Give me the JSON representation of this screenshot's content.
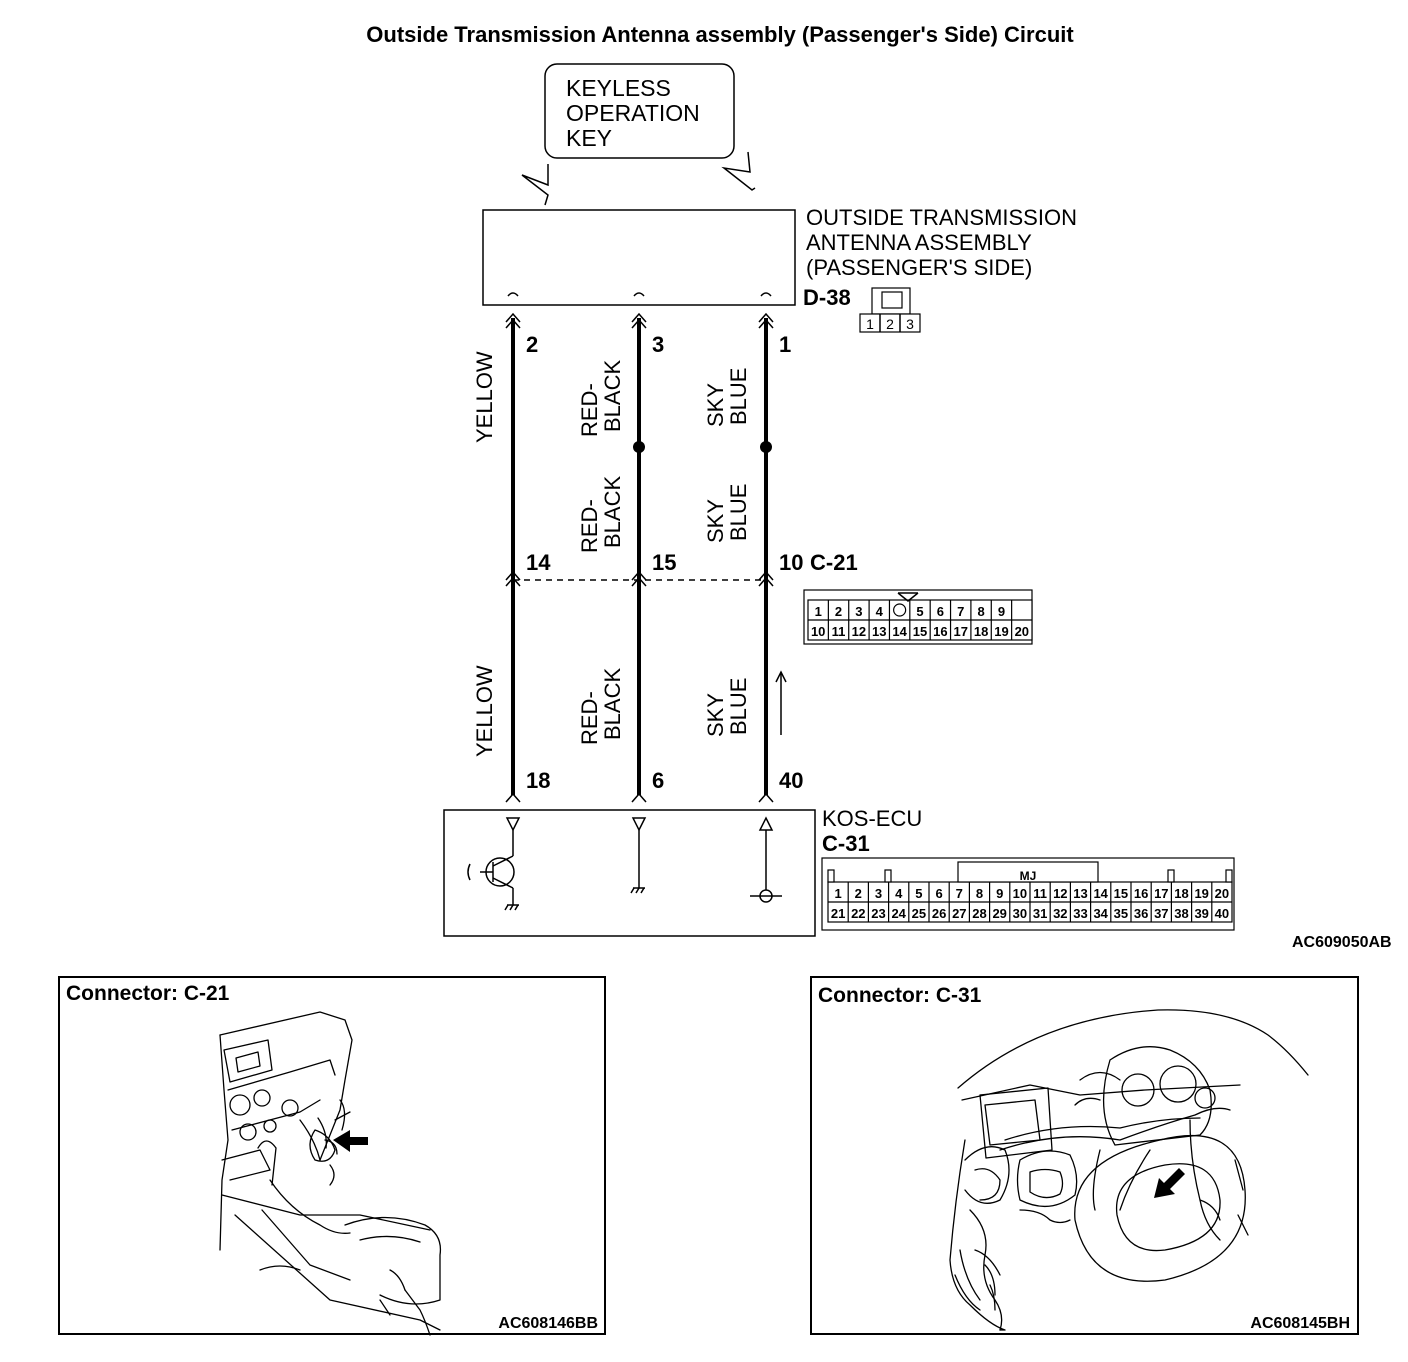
{
  "title": "Outside Transmission Antenna assembly (Passenger's Side) Circuit",
  "key_box": {
    "lines": [
      "KEYLESS",
      "OPERATION",
      "KEY"
    ]
  },
  "antenna": {
    "lines": [
      "OUTSIDE TRANSMISSION",
      "ANTENNA ASSEMBLY",
      "(PASSENGER'S SIDE)"
    ],
    "connector": "D-38",
    "pins": [
      "1",
      "2",
      "3"
    ]
  },
  "wires": [
    {
      "top_pin": "2",
      "mid_pin": "14",
      "bottom_pin": "18",
      "upper_color": [
        "YELLOW"
      ],
      "lower_color": [
        "YELLOW"
      ]
    },
    {
      "top_pin": "3",
      "mid_pin": "15",
      "bottom_pin": "6",
      "upper_color": [
        "RED-",
        "BLACK"
      ],
      "middle_color": [
        "RED-",
        "BLACK"
      ],
      "lower_color": [
        "RED-",
        "BLACK"
      ]
    },
    {
      "top_pin": "1",
      "mid_pin": "10",
      "bottom_pin": "40",
      "upper_color": [
        "SKY",
        "BLUE"
      ],
      "middle_color": [
        "SKY",
        "BLUE"
      ],
      "lower_color": [
        "SKY",
        "BLUE"
      ]
    }
  ],
  "c21": {
    "label": "C-21",
    "row1": [
      "1",
      "2",
      "3",
      "4",
      "",
      "5",
      "6",
      "7",
      "8",
      "9"
    ],
    "row2": [
      "10",
      "11",
      "12",
      "13",
      "14",
      "15",
      "16",
      "17",
      "18",
      "19",
      "20"
    ]
  },
  "ecu": {
    "name": "KOS-ECU",
    "connector": "C-31",
    "key_label": "MJ",
    "row1": [
      "1",
      "2",
      "3",
      "4",
      "5",
      "6",
      "7",
      "8",
      "9",
      "10",
      "11",
      "12",
      "13",
      "14",
      "15",
      "16",
      "17",
      "18",
      "19",
      "20"
    ],
    "row2": [
      "21",
      "22",
      "23",
      "24",
      "25",
      "26",
      "27",
      "28",
      "29",
      "30",
      "31",
      "32",
      "33",
      "34",
      "35",
      "36",
      "37",
      "38",
      "39",
      "40"
    ]
  },
  "diagram_code": "AC609050AB",
  "panels": [
    {
      "title": "Connector: C-21",
      "code": "AC608146BB"
    },
    {
      "title": "Connector: C-31",
      "code": "AC608145BH"
    }
  ]
}
